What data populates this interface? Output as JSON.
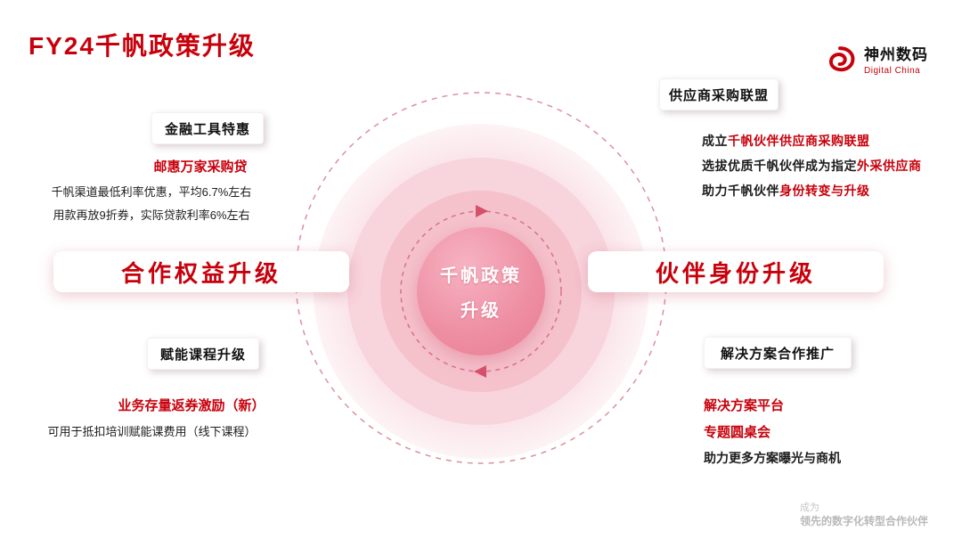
{
  "slide": {
    "title": "FY24千帆政策升级",
    "center": {
      "line1": "千帆政策",
      "line2": "升级"
    },
    "footer": {
      "line1": "成为",
      "line2": "领先的数字化转型合作伙伴"
    }
  },
  "logo": {
    "company": "神州数码",
    "subtitle": "Digital China"
  },
  "left": {
    "finance": {
      "header": "金融工具特惠",
      "highlight": "邮惠万家采购贷",
      "line1": "千帆渠道最低利率优惠，平均6.7%左右",
      "line2": "用款再放9折券，实际贷款利率6%左右"
    },
    "main_label": "合作权益升级",
    "course": {
      "header": "赋能课程升级",
      "highlight": "业务存量返券激励（新）",
      "line1": "可用于抵扣培训赋能课费用（线下课程）"
    }
  },
  "right": {
    "alliance": {
      "header": "供应商采购联盟",
      "line1_prefix": "成立",
      "line1_highlight": "千帆伙伴供应商采购联盟",
      "line2_prefix": "选拔优质千帆伙伴成为指定",
      "line2_highlight": "外采供应商",
      "line3_prefix": "助力千帆伙伴",
      "line3_highlight": "身份转变与升级"
    },
    "main_label": "伙伴身份升级",
    "solution": {
      "header": "解决方案合作推广",
      "highlight1": "解决方案平台",
      "highlight2": "专题圆桌会",
      "line1": "助力更多方案曝光与商机"
    }
  },
  "colors": {
    "accent_red": "#c8000b",
    "pink_dark": "#e87e94",
    "pink_light": "#f6c7d1"
  }
}
